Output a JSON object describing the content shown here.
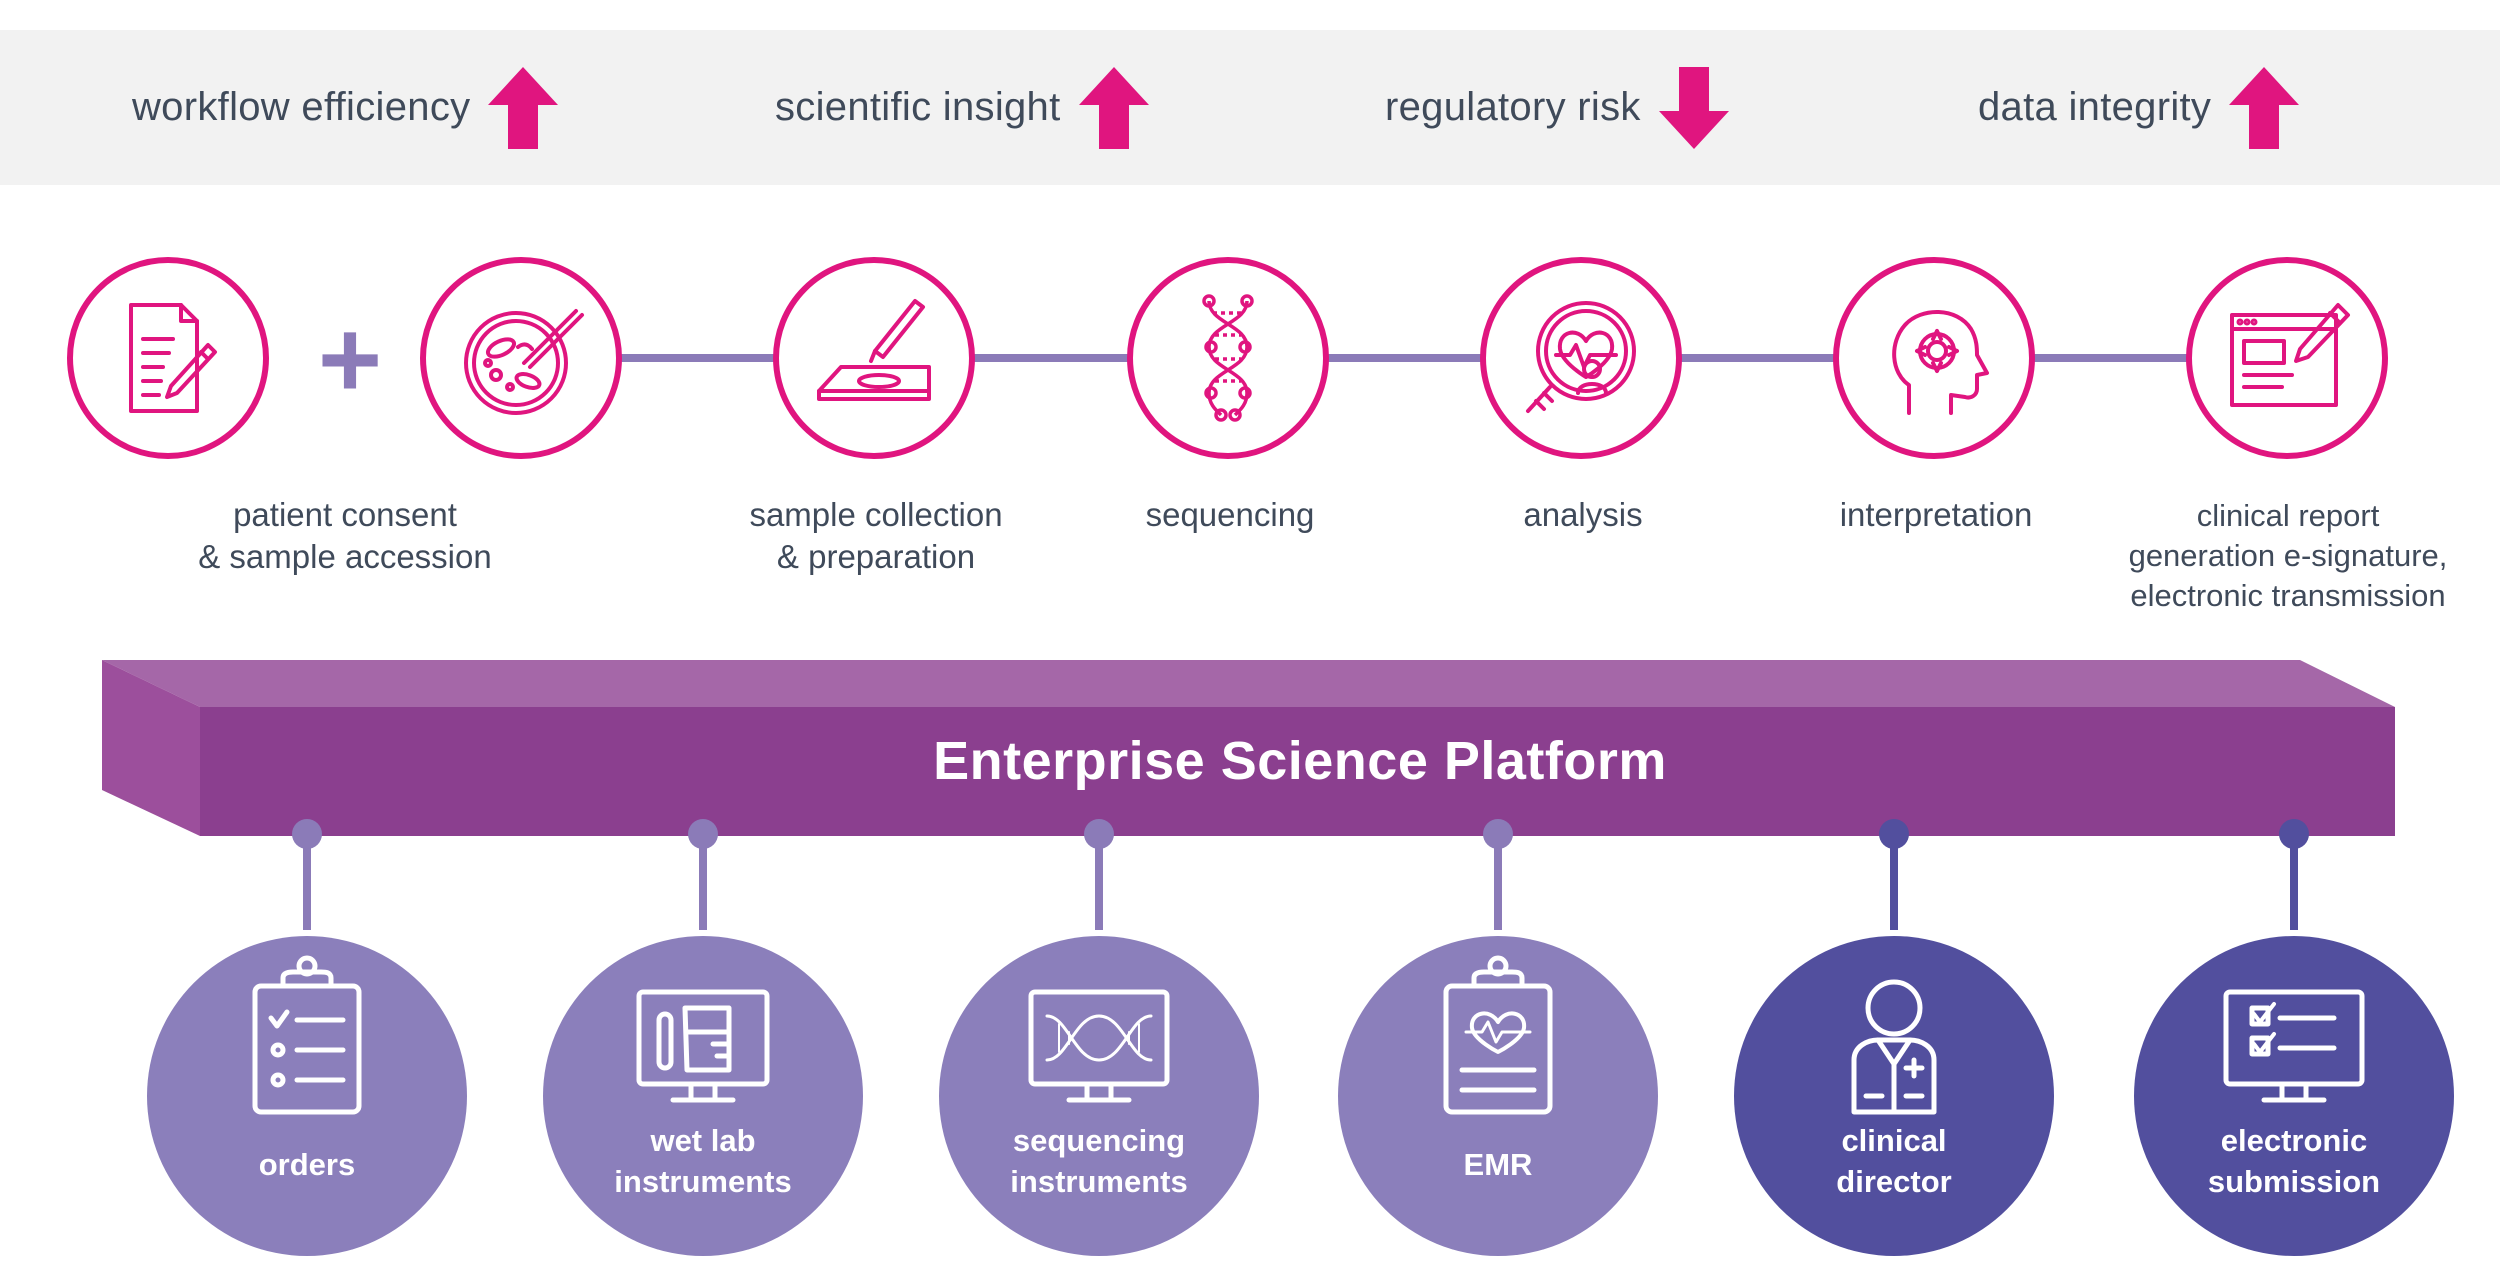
{
  "metrics": [
    {
      "label": "workflow efficiency",
      "direction": "up"
    },
    {
      "label": "scientific insight",
      "direction": "up"
    },
    {
      "label": "regulatory risk",
      "direction": "down"
    },
    {
      "label": "data integrity",
      "direction": "up"
    }
  ],
  "workflow": {
    "plus_sign": "+",
    "steps": [
      {
        "label_lines": [
          "patient consent",
          "& sample accession"
        ]
      },
      {
        "label_lines": [
          "sample collection",
          "& preparation"
        ]
      },
      {
        "label_lines": [
          "sequencing"
        ]
      },
      {
        "label_lines": [
          "analysis"
        ]
      },
      {
        "label_lines": [
          "interpretation"
        ]
      },
      {
        "label_lines": [
          "clinical report",
          "generation e-signature,",
          "electronic transmission"
        ]
      }
    ]
  },
  "platform": {
    "title": "Enterprise Science Platform"
  },
  "integrations": [
    {
      "label_lines": [
        "orders"
      ],
      "icon": "clipboard-checklist-icon"
    },
    {
      "label_lines": [
        "wet lab",
        "instruments"
      ],
      "icon": "lab-monitor-icon"
    },
    {
      "label_lines": [
        "sequencing",
        "instruments"
      ],
      "icon": "dna-monitor-icon"
    },
    {
      "label_lines": [
        "EMR"
      ],
      "icon": "medical-clipboard-icon"
    },
    {
      "label_lines": [
        "clinical",
        "director"
      ],
      "icon": "doctor-icon"
    },
    {
      "label_lines": [
        "electronic",
        "submission"
      ],
      "icon": "checklist-monitor-icon"
    }
  ],
  "colors": {
    "accent_pink": "#e0157f",
    "text_gray": "#3f4a5a",
    "band_gray": "#f2f2f2",
    "connector_line": "#8b7bb8",
    "platform_front": "#8b3f8f",
    "platform_top": "#a567a8",
    "platform_side": "#9c4f9c",
    "integration_light": "#8b7fbb",
    "integration_dark": "#524f9e"
  }
}
